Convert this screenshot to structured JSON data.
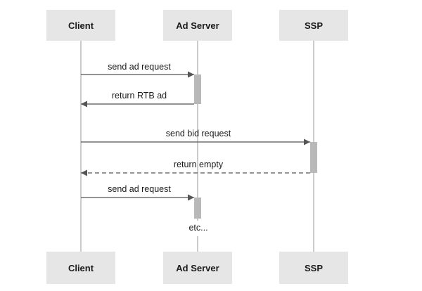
{
  "participants": [
    {
      "id": "client",
      "label": "Client"
    },
    {
      "id": "ad_server",
      "label": "Ad Server"
    },
    {
      "id": "ssp",
      "label": "SSP"
    }
  ],
  "messages": [
    {
      "label": "send ad request",
      "from": "client",
      "to": "ad_server",
      "style": "solid"
    },
    {
      "label": "return RTB ad",
      "from": "ad_server",
      "to": "client",
      "style": "solid"
    },
    {
      "label": "send bid request",
      "from": "client",
      "to": "ssp",
      "style": "solid"
    },
    {
      "label": "return empty",
      "from": "ssp",
      "to": "client",
      "style": "dashed"
    },
    {
      "label": "send ad request",
      "from": "client",
      "to": "ad_server",
      "style": "solid"
    }
  ],
  "continuation": "etc...",
  "colors": {
    "box_fill": "#e6e6e6",
    "lifeline": "#cccccc",
    "activation": "#b8b8b8",
    "arrow": "#555555",
    "text": "#1a1a1a"
  }
}
